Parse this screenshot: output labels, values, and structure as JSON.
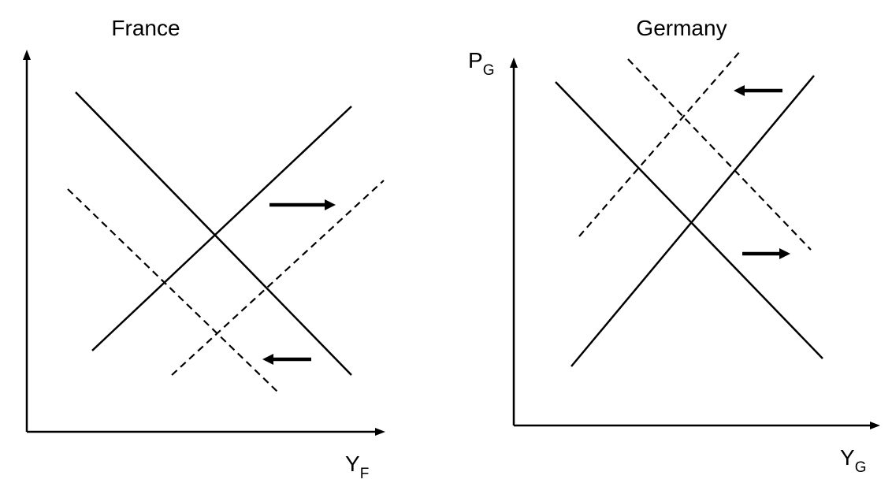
{
  "panels": [
    {
      "title": "France",
      "y_label": {
        "main": "",
        "sub": ""
      },
      "x_label": {
        "main": "Y",
        "sub": "F"
      }
    },
    {
      "title": "Germany",
      "y_label": {
        "main": "P",
        "sub": "G"
      },
      "x_label": {
        "main": "Y",
        "sub": "G"
      }
    }
  ]
}
